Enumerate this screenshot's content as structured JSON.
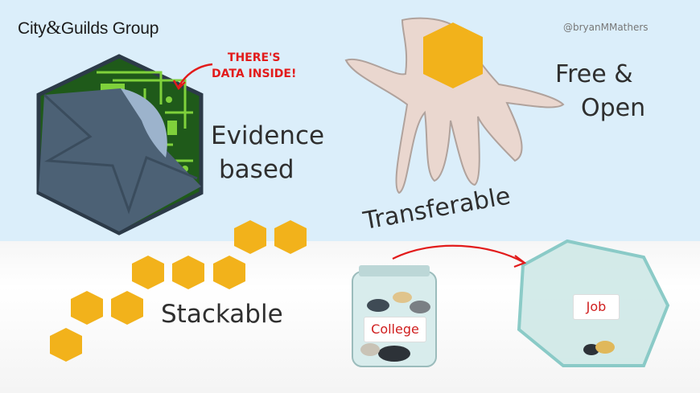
{
  "logo": {
    "part1": "City",
    "amp": "&",
    "part2": "Guilds Group"
  },
  "handle": "@bryanMMathers",
  "labels": {
    "evidence_line1": "Evidence",
    "evidence_line2": "based",
    "data_line1": "THERE'S",
    "data_line2": "DATA INSIDE!",
    "free_line1": "Free &",
    "free_line2": "Open",
    "stackable": "Stackable",
    "transferable": "Transferable",
    "college": "College",
    "job": "Job"
  },
  "colors": {
    "badge": "#f2b21b",
    "circuit": "#1f5a1a",
    "red": "#e21b1b",
    "slate": "#4c6175"
  }
}
